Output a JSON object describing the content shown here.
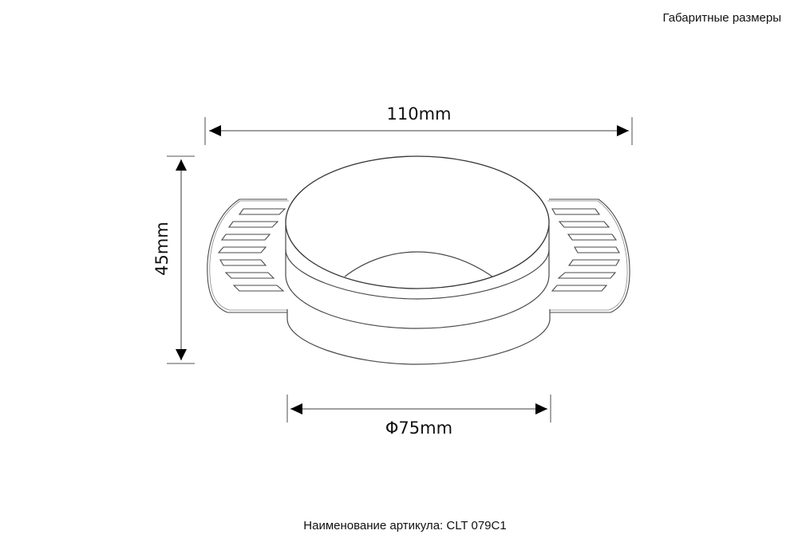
{
  "header": {
    "title": "Габаритные размеры"
  },
  "dimensions": {
    "width": {
      "label": "110mm",
      "value": 110,
      "unit": "mm"
    },
    "height": {
      "label": "45mm",
      "value": 45,
      "unit": "mm"
    },
    "diameter": {
      "label": "Φ75mm",
      "value": 75,
      "unit": "mm",
      "symbol": "Φ"
    }
  },
  "drawing": {
    "subject": "round recessed downlight frame with spring-clip brackets",
    "line_color": "#4a4a4a",
    "arrow_color": "#000000",
    "bracket_slots_per_side": 7
  },
  "footer": {
    "article_label": "Наименование артикула: CLT 079C1"
  }
}
